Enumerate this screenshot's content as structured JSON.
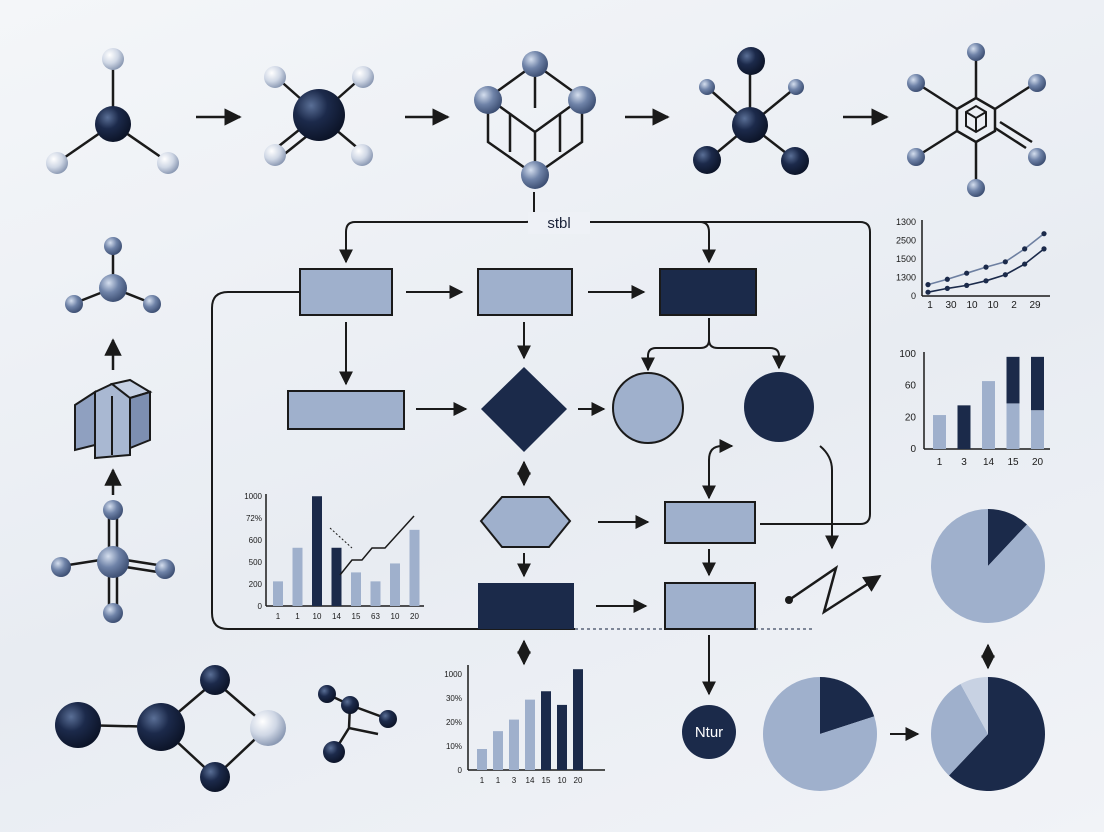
{
  "colors": {
    "navy": "#1b2a4a",
    "slate": "#6e80a1",
    "light": "#9fb0cc",
    "pale": "#c8d2e3",
    "ink": "#1a1a1a"
  },
  "labels": {
    "junction": "stbl",
    "node_text": "Ntur"
  },
  "chart_data": [
    {
      "type": "line",
      "id": "top-right-line",
      "x_tick_labels": [
        "1",
        "30",
        "10",
        "10",
        "2",
        "29"
      ],
      "y_tick_labels": [
        "1300",
        "2500",
        "1500",
        "1300",
        "0"
      ],
      "series": [
        {
          "values": [
            0.15,
            0.22,
            0.3,
            0.38,
            0.45,
            0.62,
            0.82
          ]
        },
        {
          "values": [
            0.05,
            0.1,
            0.14,
            0.2,
            0.28,
            0.42,
            0.62
          ]
        }
      ]
    },
    {
      "type": "bar",
      "id": "right-stacked-bar",
      "x_tick_labels": [
        "1",
        "3",
        "14",
        "15",
        "20"
      ],
      "y_tick_labels": [
        "100",
        "60",
        "20",
        "0"
      ],
      "ylim": [
        0,
        100
      ],
      "bars": [
        {
          "base": 35,
          "top": 0
        },
        {
          "base": 0,
          "top": 45
        },
        {
          "base": 70,
          "top": 0
        },
        {
          "base": 47,
          "top": 48
        },
        {
          "base": 40,
          "top": 55
        }
      ]
    },
    {
      "type": "bar",
      "id": "left-bar-line",
      "x_tick_labels": [
        "1",
        "1",
        "10",
        "14",
        "15",
        "63",
        "10",
        "20"
      ],
      "y_tick_labels": [
        "1000",
        "72%",
        "600",
        "500",
        "200",
        "0"
      ],
      "bars": [
        {
          "value": 0.22,
          "dark": false
        },
        {
          "value": 0.52,
          "dark": false
        },
        {
          "value": 0.98,
          "dark": true
        },
        {
          "value": 0.52,
          "dark": true
        },
        {
          "value": 0.3,
          "dark": false
        },
        {
          "value": 0.22,
          "dark": false
        },
        {
          "value": 0.38,
          "dark": false
        },
        {
          "value": 0.68,
          "dark": false
        }
      ]
    },
    {
      "type": "bar",
      "id": "bottom-bar",
      "x_tick_labels": [
        "1",
        "1",
        "3",
        "14",
        "15",
        "10",
        "20"
      ],
      "y_tick_labels": [
        "1000",
        "30%",
        "20%",
        "10%",
        "0"
      ],
      "bars": [
        {
          "value": 0.2,
          "dark": false
        },
        {
          "value": 0.37,
          "dark": false
        },
        {
          "value": 0.48,
          "dark": false
        },
        {
          "value": 0.67,
          "dark": false
        },
        {
          "value": 0.75,
          "dark": true
        },
        {
          "value": 0.62,
          "dark": true
        },
        {
          "value": 0.96,
          "dark": true
        }
      ]
    },
    {
      "type": "pie",
      "id": "pie-top-right",
      "slices": [
        {
          "value": 0.12,
          "dark": true
        },
        {
          "value": 0.88,
          "dark": false
        }
      ]
    },
    {
      "type": "pie",
      "id": "pie-bottom-middle",
      "slices": [
        {
          "value": 0.2,
          "dark": true
        },
        {
          "value": 0.8,
          "dark": false
        }
      ]
    },
    {
      "type": "pie",
      "id": "pie-bottom-right",
      "slices": [
        {
          "value": 0.62,
          "dark": true
        },
        {
          "value": 0.3,
          "dark": false
        },
        {
          "value": 0.08,
          "dark": "pale"
        }
      ]
    }
  ]
}
